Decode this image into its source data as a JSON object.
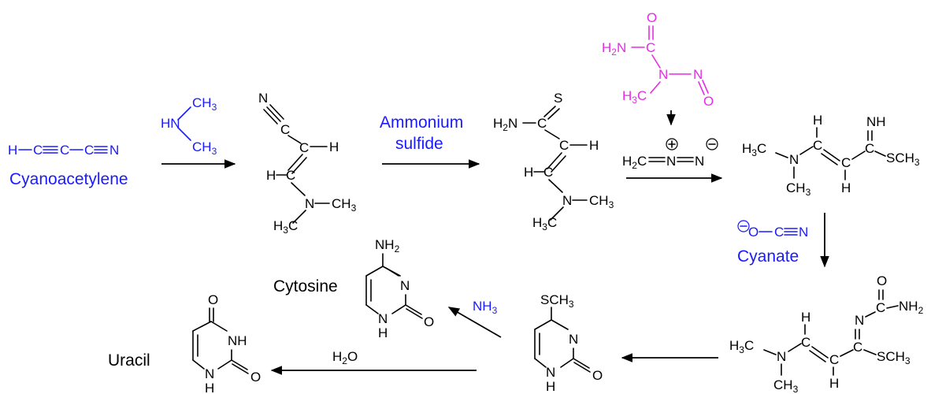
{
  "labels": {
    "cyanoacetylene": "Cyanoacetylene",
    "ammonium_sulfide_1": "Ammonium",
    "ammonium_sulfide_2": "sulfide",
    "cyanate": "Cyanate",
    "cytosine": "Cytosine",
    "uracil": "Uracil"
  },
  "reagents": {
    "dimethylamine": {
      "ch3_top": "CH3",
      "hn": "HN",
      "ch3_bottom": "CH3"
    },
    "nh3": "NH3",
    "h2o": "H2O"
  },
  "colors": {
    "ink": "#000000",
    "reagent_blue": "#1a1aff",
    "nitrosourea_magenta": "#e62ce6"
  }
}
